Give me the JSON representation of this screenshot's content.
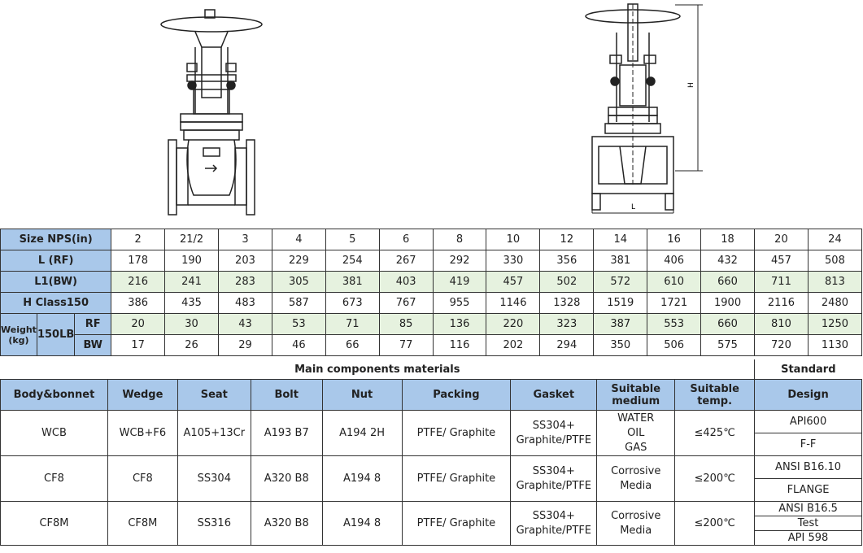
{
  "dims": {
    "size_label": "Size  NPS(in)",
    "sizes": [
      "2",
      "21/2",
      "3",
      "4",
      "5",
      "6",
      "8",
      "10",
      "12",
      "14",
      "16",
      "18",
      "20",
      "24"
    ],
    "rows": [
      {
        "label": "L (RF)",
        "values": [
          "178",
          "190",
          "203",
          "229",
          "254",
          "267",
          "292",
          "330",
          "356",
          "381",
          "406",
          "432",
          "457",
          "508"
        ]
      },
      {
        "label": "L1(BW)",
        "values": [
          "216",
          "241",
          "283",
          "305",
          "381",
          "403",
          "419",
          "457",
          "502",
          "572",
          "610",
          "660",
          "711",
          "813"
        ]
      },
      {
        "label": "H Class150",
        "values": [
          "386",
          "435",
          "483",
          "587",
          "673",
          "767",
          "955",
          "1146",
          "1328",
          "1519",
          "1721",
          "1900",
          "2116",
          "2480"
        ]
      }
    ],
    "weight_label_1": "Weight",
    "weight_label_2": "(kg)",
    "class_label": "150LB",
    "weight_rows": [
      {
        "label": "RF",
        "values": [
          "20",
          "30",
          "43",
          "53",
          "71",
          "85",
          "136",
          "220",
          "323",
          "387",
          "553",
          "660",
          "810",
          "1250"
        ]
      },
      {
        "label": "BW",
        "values": [
          "17",
          "26",
          "29",
          "46",
          "66",
          "77",
          "116",
          "202",
          "294",
          "350",
          "506",
          "575",
          "720",
          "1130"
        ]
      }
    ]
  },
  "materials": {
    "title": "Main components materials",
    "standard_title": "Standard",
    "headers": {
      "body": "Body&bonnet",
      "wedge": "Wedge",
      "seat": "Seat",
      "bolt": "Bolt",
      "nut": "Nut",
      "packing": "Packing",
      "gasket": "Gasket",
      "medium_1": "Suitable",
      "medium_2": "medium",
      "temp_1": "Suitable",
      "temp_2": "temp.",
      "design": "Design"
    },
    "rows": [
      {
        "body": "WCB",
        "wedge": "WCB+F6",
        "seat": "A105+13Cr",
        "bolt": "A193 B7",
        "nut": "A194 2H",
        "packing": "PTFE/ Graphite",
        "gasket_1": "SS304+",
        "gasket_2": "Graphite/PTFE",
        "medium_1": "WATER",
        "medium_2": "OIL",
        "medium_3": "GAS",
        "temp": "≤425℃"
      },
      {
        "body": "CF8",
        "wedge": "CF8",
        "seat": "SS304",
        "bolt": "A320 B8",
        "nut": "A194 8",
        "packing": "PTFE/ Graphite",
        "gasket_1": "SS304+",
        "gasket_2": "Graphite/PTFE",
        "medium_1": "Corrosive",
        "medium_2": "Media",
        "temp": "≤200℃"
      },
      {
        "body": "CF8M",
        "wedge": "CF8M",
        "seat": "SS316",
        "bolt": "A320 B8",
        "nut": "A194 8",
        "packing": "PTFE/ Graphite",
        "gasket_1": "SS304+",
        "gasket_2": "Graphite/PTFE",
        "medium_1": "Corrosive",
        "medium_2": "Media",
        "temp": "≤200℃"
      }
    ],
    "standards": [
      "API600",
      "F-F",
      "ANSI B16.10",
      "FLANGE",
      "ANSI B16.5",
      "Test",
      "API 598"
    ]
  },
  "drawing": {
    "h_label": "H",
    "l_label": "L"
  }
}
